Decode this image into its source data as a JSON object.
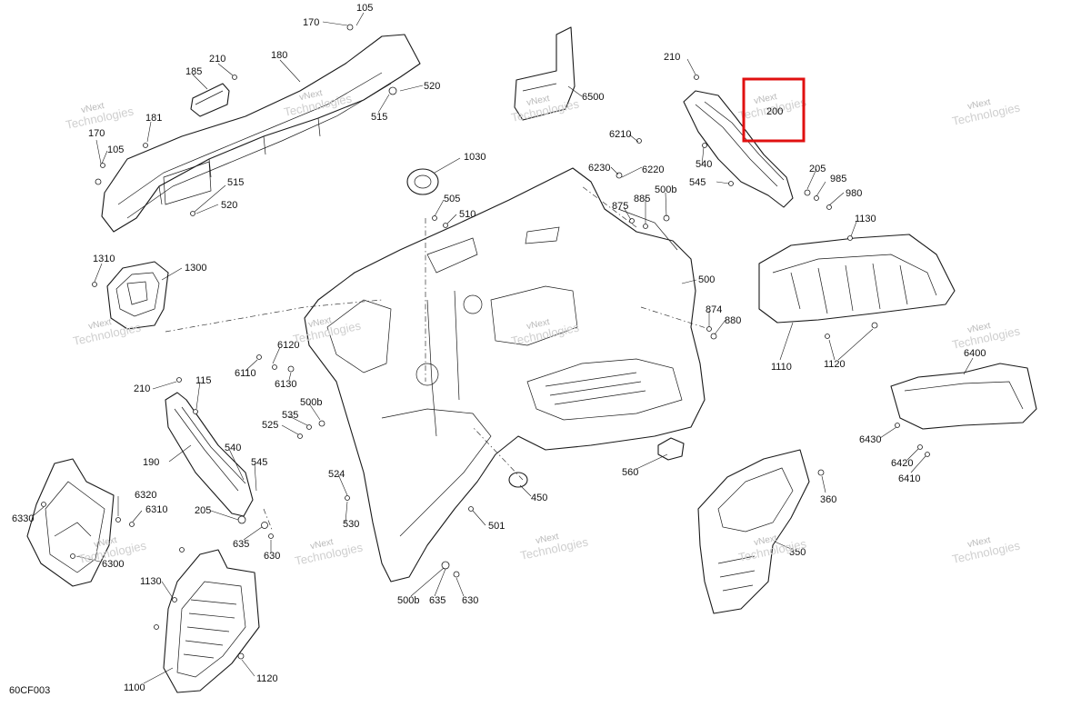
{
  "diagram": {
    "code": "60CF003",
    "watermark": {
      "brand": "vNext",
      "company": "Technologies"
    },
    "highlight": {
      "color": "#e01010",
      "label": "200"
    },
    "callouts": [
      "170",
      "105",
      "210",
      "180",
      "185",
      "181",
      "170",
      "105",
      "515",
      "520",
      "520",
      "515",
      "1310",
      "1300",
      "6120",
      "6110",
      "6130",
      "210",
      "115",
      "190",
      "540",
      "545",
      "205",
      "525",
      "535",
      "500b",
      "635",
      "630",
      "6320",
      "6310",
      "6330",
      "6300",
      "1130",
      "1100",
      "1120",
      "1030",
      "505",
      "510",
      "524",
      "530",
      "501",
      "450",
      "560",
      "500b",
      "635",
      "630",
      "6500",
      "6210",
      "6230",
      "6220",
      "875",
      "885",
      "500b",
      "210",
      "540",
      "545",
      "205",
      "985",
      "980",
      "1130",
      "500",
      "874",
      "880",
      "1110",
      "1120",
      "6400",
      "6430",
      "6420",
      "6410",
      "360",
      "350"
    ]
  }
}
